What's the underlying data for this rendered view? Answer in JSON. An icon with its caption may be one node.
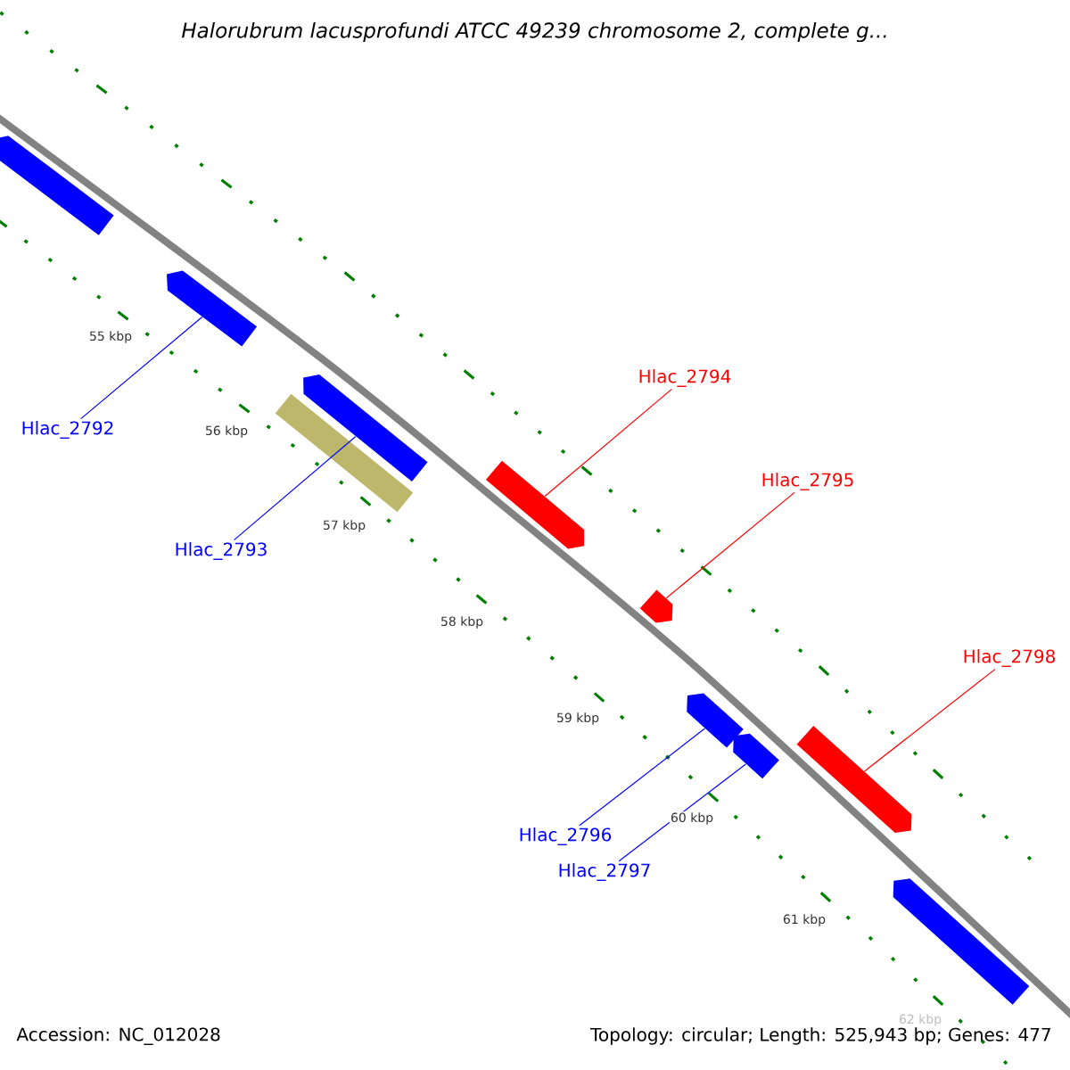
{
  "diagram": {
    "title": "Halorubrum lacusprofundi ATCC 49239 chromosome 2, complete g...",
    "nodes": [
      {
        "text": [],
        "shape": "arrow"
      },
      {
        "text": [],
        "shape": "arrow"
      },
      {
        "text": [],
        "shape": "arrow"
      },
      {
        "text": [],
        "shape": "box"
      },
      {
        "text": [],
        "shape": "arrow"
      },
      {
        "text": [],
        "shape": "arrow"
      },
      {
        "text": [],
        "shape": "arrow"
      },
      {
        "text": [],
        "shape": "arrow"
      },
      {
        "text": [],
        "shape": "arrow"
      },
      {
        "text": [],
        "shape": "arrow"
      },
      {
        "text": [
          "Hlac_2792"
        ]
      },
      {
        "text": [
          "Hlac_2793"
        ]
      },
      {
        "text": [
          "Hlac_2794"
        ]
      },
      {
        "text": [
          "Hlac_2795"
        ]
      },
      {
        "text": [
          "Hlac_2796"
        ]
      },
      {
        "text": [
          "Hlac_2797"
        ]
      },
      {
        "text": [
          "Hlac_2798"
        ]
      }
    ],
    "edges": [
      {
        "from": 10,
        "to": 1,
        "arrow": "none"
      },
      {
        "from": 11,
        "to": 2,
        "arrow": "none"
      },
      {
        "from": 12,
        "to": 4,
        "arrow": "none",
        "color": "#ff0000"
      },
      {
        "from": 13,
        "to": 5,
        "arrow": "none",
        "color": "#ff0000"
      },
      {
        "from": 14,
        "to": 6,
        "arrow": "none"
      },
      {
        "from": 15,
        "to": 7,
        "arrow": "none"
      },
      {
        "from": 16,
        "to": 8,
        "arrow": "none",
        "color": "#ff0000"
      }
    ],
    "labels": [
      "55 kbp",
      "56 kbp",
      "57 kbp",
      "58 kbp",
      "59 kbp",
      "60 kbp",
      "61 kbp",
      "62 kbp",
      "Accession: NC_012028",
      "Topology: circular; Length: 525,943 bp; Genes: 477"
    ]
  }
}
